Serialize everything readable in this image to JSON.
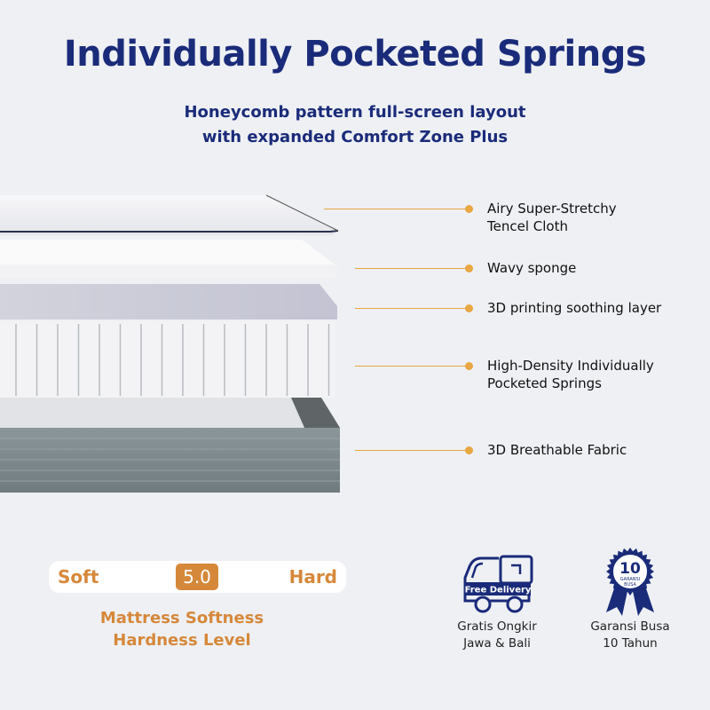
{
  "header": {
    "title": "Individually Pocketed Springs",
    "subtitle_line1": "Honeycomb pattern full-screen layout",
    "subtitle_line2": "with expanded Comfort Zone Plus"
  },
  "layers": [
    {
      "line1": "Airy Super-Stretchy",
      "line2": "Tencel Cloth"
    },
    {
      "line1": "Wavy sponge",
      "line2": ""
    },
    {
      "line1": "3D printing soothing layer",
      "line2": ""
    },
    {
      "line1": "High-Density Individually",
      "line2": "Pocketed Springs"
    },
    {
      "line1": "3D Breathable Fabric",
      "line2": ""
    }
  ],
  "hardness": {
    "soft_label": "Soft",
    "hard_label": "Hard",
    "value": "5.0",
    "caption_line1": "Mattress Softness",
    "caption_line2": "Hardness Level"
  },
  "badges": {
    "delivery": {
      "icon_text": "Free Delivery",
      "line1": "Gratis Ongkir",
      "line2": "Jawa & Bali"
    },
    "warranty": {
      "icon_number": "10",
      "icon_text1": "GARANSI",
      "icon_text2": "BUSA",
      "line1": "Garansi Busa",
      "line2": "10 Tahun"
    }
  },
  "colors": {
    "navy": "#1a2b79",
    "orange": "#d6883a",
    "leader": "#e8a740",
    "background": "#eef0f4"
  }
}
